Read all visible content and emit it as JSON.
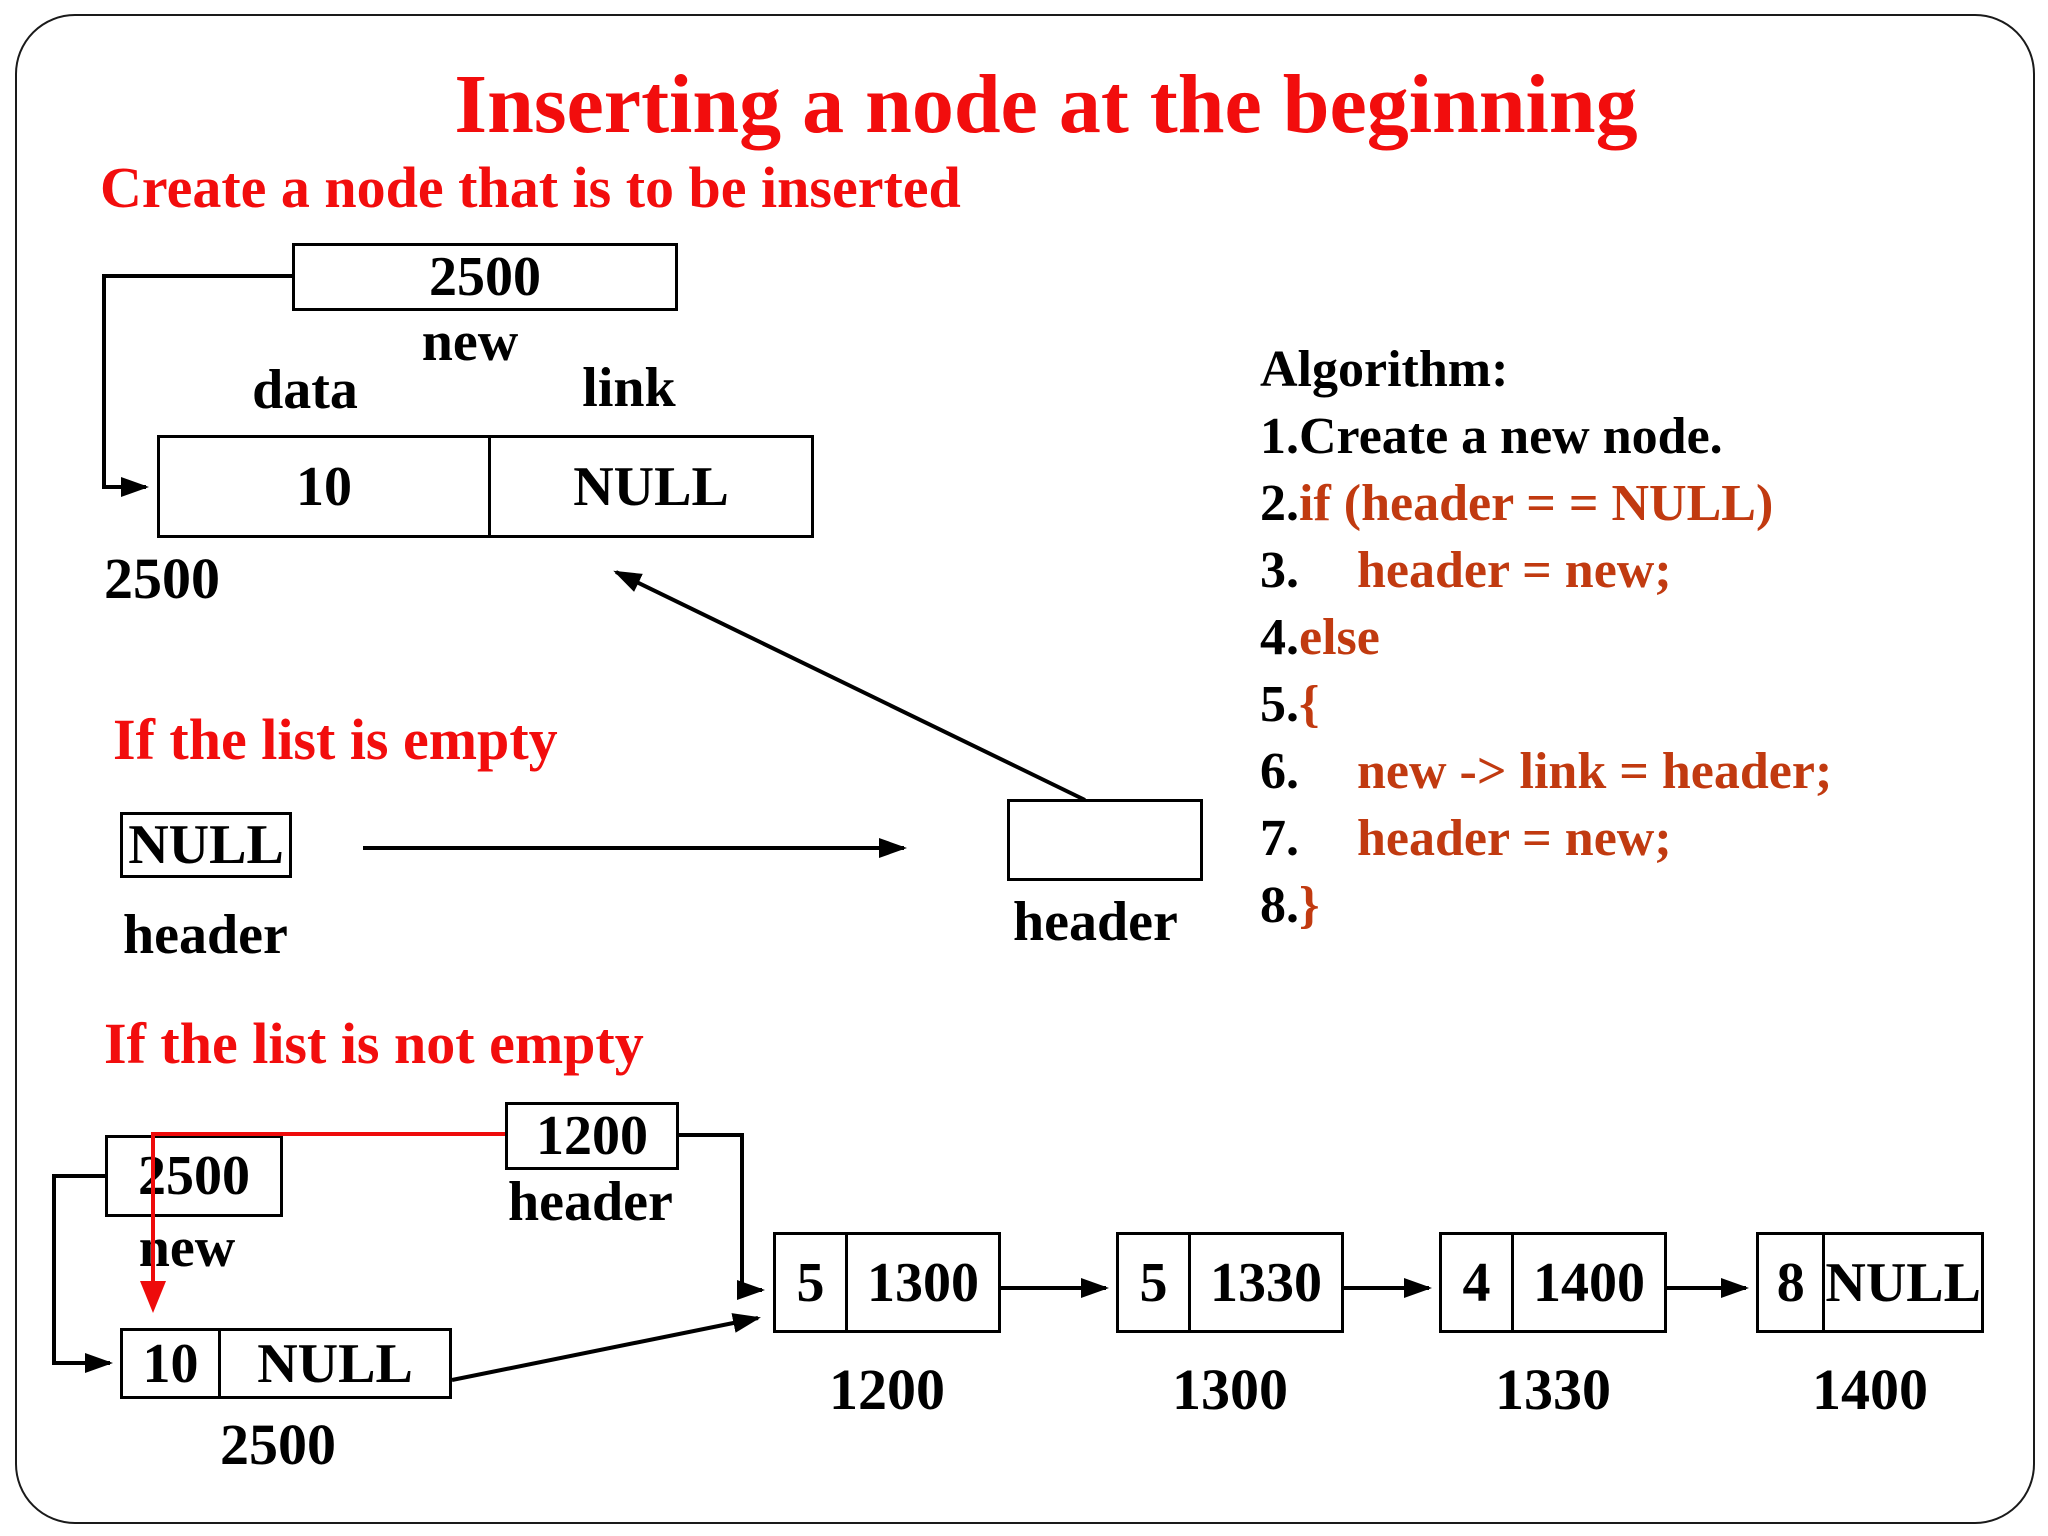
{
  "colors": {
    "heading_red": "#f20d0d",
    "red_line": "#ee0b0b",
    "code_accent": "#c13a10",
    "diagram_black": "#000000"
  },
  "slide": {
    "title": "Inserting a node at the beginning"
  },
  "create_section": {
    "heading": "Create a node that is to be inserted",
    "new_address_box": "2500",
    "new_label": "new",
    "data_label": "data",
    "link_label": "link",
    "node": {
      "data": "10",
      "link": "NULL",
      "address_label": "2500"
    }
  },
  "empty_section": {
    "heading": "If the list is empty",
    "null_box": "NULL",
    "null_box_label": "header",
    "header_box_label": "header"
  },
  "algorithm": {
    "heading": "Algorithm:",
    "lines": [
      {
        "num": "1.",
        "code": "Create a new node.",
        "accent": false,
        "indent": false
      },
      {
        "num": "2.",
        "code": "if (header = = NULL)",
        "accent": true,
        "indent": false
      },
      {
        "num": "3.",
        "code": "header = new;",
        "accent": true,
        "indent": true
      },
      {
        "num": "4.",
        "code": "else",
        "accent": true,
        "indent": false
      },
      {
        "num": "5.",
        "code": "{",
        "accent": true,
        "indent": false
      },
      {
        "num": "6.",
        "code": "new -> link = header;",
        "accent": true,
        "indent": true
      },
      {
        "num": "7.",
        "code": "header = new;",
        "accent": true,
        "indent": true
      },
      {
        "num": "8.",
        "code": "}",
        "accent": true,
        "indent": false
      }
    ]
  },
  "not_empty_section": {
    "heading": "If the list is not empty",
    "new_box": "2500",
    "new_label": "new",
    "header_box": "1200",
    "header_label": "header",
    "new_node": {
      "data": "10",
      "link": "NULL",
      "address_label": "2500"
    },
    "chain": [
      {
        "data": "5",
        "link": "1300",
        "address_label": "1200"
      },
      {
        "data": "5",
        "link": "1330",
        "address_label": "1300"
      },
      {
        "data": "4",
        "link": "1400",
        "address_label": "1330"
      },
      {
        "data": "8",
        "link": "NULL",
        "address_label": "1400"
      }
    ]
  }
}
